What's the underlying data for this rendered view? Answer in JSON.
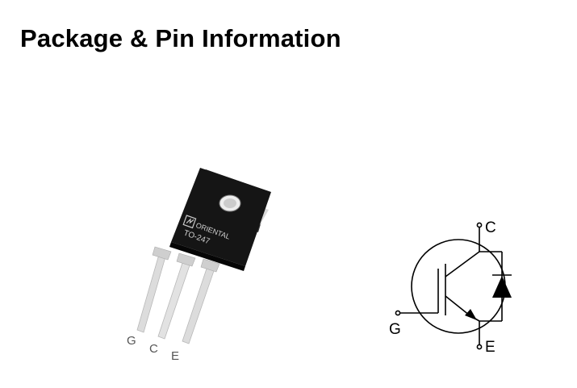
{
  "title": "Package & Pin Information",
  "package": {
    "brand": "ORIENTAL",
    "type": "TO-247",
    "pins": [
      "G",
      "C",
      "E"
    ]
  },
  "symbol": {
    "pins": {
      "collector": "C",
      "gate": "G",
      "emitter": "E"
    }
  }
}
